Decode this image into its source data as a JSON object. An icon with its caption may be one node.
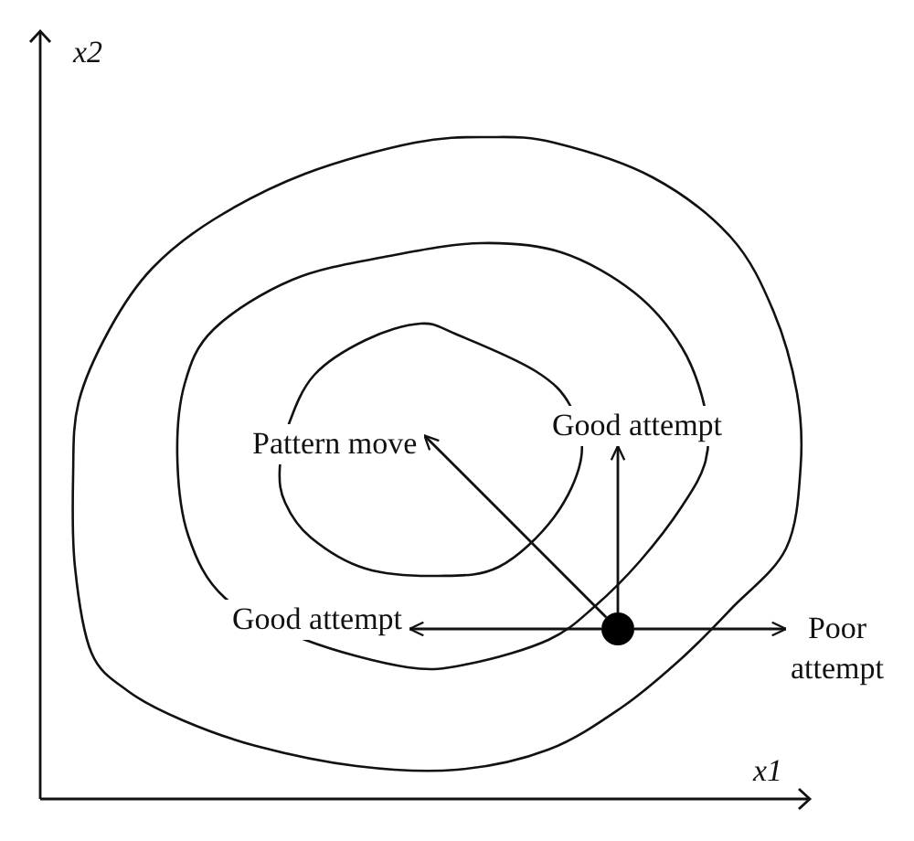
{
  "diagram": {
    "nodes": [
      {
        "text": [
          "Good attempt"
        ]
      },
      {
        "text": [
          "Pattern move"
        ]
      },
      {
        "text": [
          "Good attempt"
        ]
      },
      {
        "text": [],
        "shape": "circle"
      },
      {
        "text": [
          "Poor attempt"
        ]
      }
    ],
    "edges": [
      {
        "from": 3,
        "to": 0,
        "arrow": "to"
      },
      {
        "from": 3,
        "to": 1,
        "arrow": "to"
      },
      {
        "from": 3,
        "to": 2,
        "arrow": "to"
      },
      {
        "from": 3,
        "to": 4,
        "arrow": "to"
      }
    ],
    "labels": [
      "x2",
      "x1"
    ]
  }
}
